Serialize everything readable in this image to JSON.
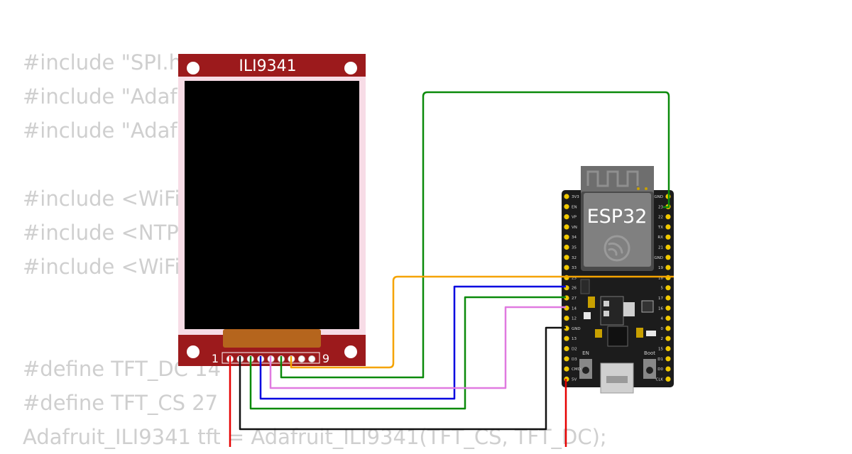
{
  "code": {
    "lines": [
      "#include \"SPI.h\"",
      "#include \"Adafruit_GFX.h\"",
      "#include \"Adafruit_ILI9341.h\"",
      "",
      "#include <WiFi.h>",
      "#include <NTPClient.h>",
      "#include <WiFiUdp.h>",
      "",
      "",
      "#define TFT_DC 14",
      "#define TFT_CS 27",
      "Adafruit_ILI9341 tft = Adafruit_ILI9341(TFT_CS, TFT_DC);"
    ]
  },
  "display": {
    "title": "ILI9341",
    "pin_first": "1",
    "pin_last": "9",
    "colors": {
      "board": "#9c1a1c",
      "screen": "#000000",
      "frame": "#f7dce6",
      "ribbon": "#b5651d"
    }
  },
  "esp32": {
    "module_label": "ESP32",
    "logo_icon": "espressif-logo-icon",
    "button_en_label": "EN",
    "button_boot_label": "Boot",
    "left_pins": [
      "3V3",
      "EN",
      "VP",
      "VN",
      "34",
      "35",
      "32",
      "33",
      "25",
      "26",
      "27",
      "14",
      "12",
      "GND",
      "13",
      "D2",
      "D3",
      "CMD",
      "5V"
    ],
    "right_pins": [
      "GND",
      "23",
      "22",
      "TX",
      "RX",
      "21",
      "GND",
      "19",
      "18",
      "5",
      "17",
      "16",
      "4",
      "0",
      "2",
      "15",
      "D1",
      "D0",
      "CLK"
    ]
  },
  "wire_colors": {
    "power": "#e60000",
    "ground": "#111111",
    "green": "#0a8a0a",
    "blue": "#0000e0",
    "orange": "#f5a300",
    "pink": "#e07ae0"
  }
}
